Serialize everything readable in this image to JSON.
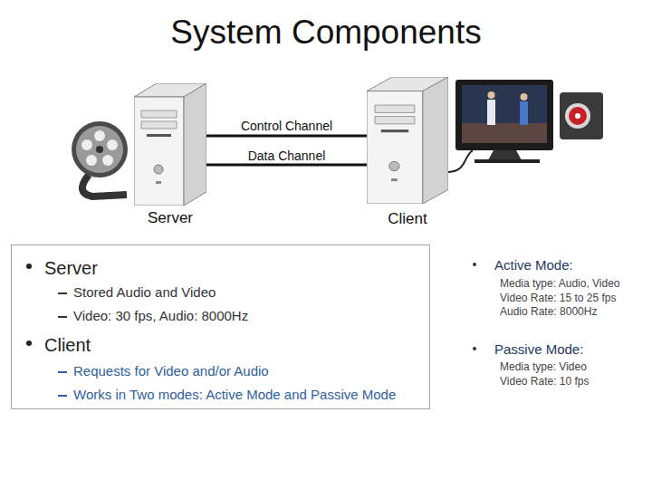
{
  "diagram": {
    "title": "System Components",
    "nodes": [
      {
        "text": [
          "Server"
        ]
      },
      {
        "text": [
          "Client"
        ]
      },
      {
        "text": [
          "Server",
          "Stored Audio and Video",
          "Video: 30 fps, Audio: 8000Hz",
          "Client",
          "Requests for Video and/or Audio",
          "Works in Two modes: Active Mode and Passive Mode"
        ]
      }
    ],
    "edges": [
      {
        "from": 0,
        "to": 1,
        "label": "Control Channel",
        "arrow": "none"
      },
      {
        "from": 0,
        "to": 1,
        "label": "Data Channel",
        "arrow": "none"
      }
    ],
    "labels": [
      "Active Mode:",
      "Media type: Audio, Video",
      "Video Rate: 15 to 25 fps",
      "Audio Rate: 8000Hz",
      "Passive Mode:",
      "Media type: Video",
      "Video Rate: 10 fps"
    ]
  }
}
